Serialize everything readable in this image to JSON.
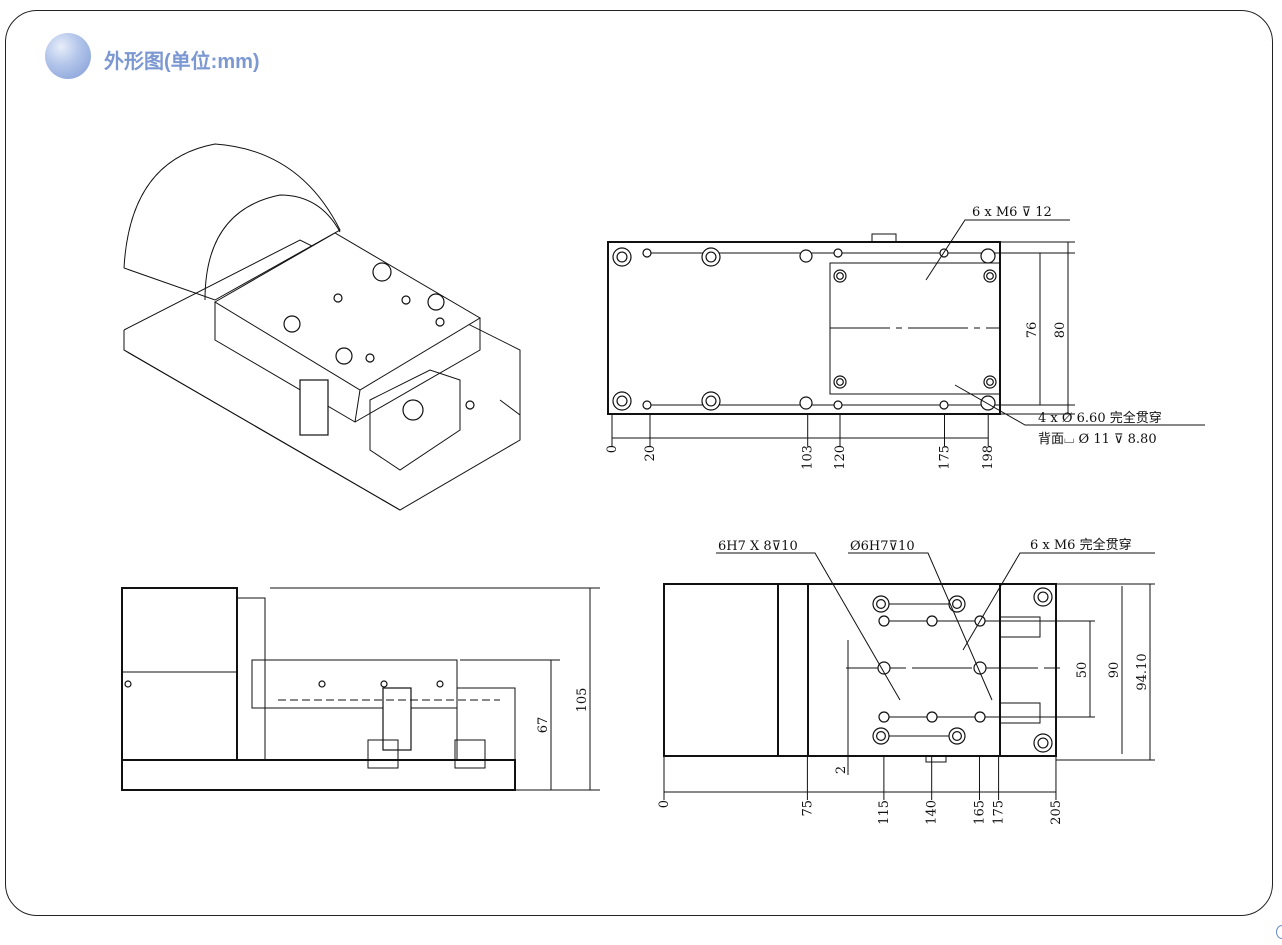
{
  "header": {
    "title": "外形图(单位:mm)",
    "icon": "circle-badge-icon",
    "accent": "#7b98d2"
  },
  "top_view": {
    "x_dims": [
      "0",
      "20",
      "103",
      "120",
      "175",
      "198"
    ],
    "y_dims": [
      "76",
      "80"
    ],
    "callout_thread": "6 x M6 ⊽ 12",
    "callout_through": "4 x Ø 6.60 完全贯穿",
    "callout_counterbore": "背面⌴ Ø 11 ⊽ 8.80"
  },
  "side_view": {
    "heights": [
      "105",
      "67"
    ]
  },
  "bottom_view": {
    "x_dims": [
      "0",
      "75",
      "115",
      "140",
      "165",
      "175",
      "205"
    ],
    "y_dims": [
      "50",
      "90",
      "94.10"
    ],
    "offset_dim": "2",
    "callout_pin": "6H7 X 8⊽10",
    "callout_dowel": "Ø6H7⊽10",
    "callout_thread": "6 x M6 完全贯穿"
  }
}
